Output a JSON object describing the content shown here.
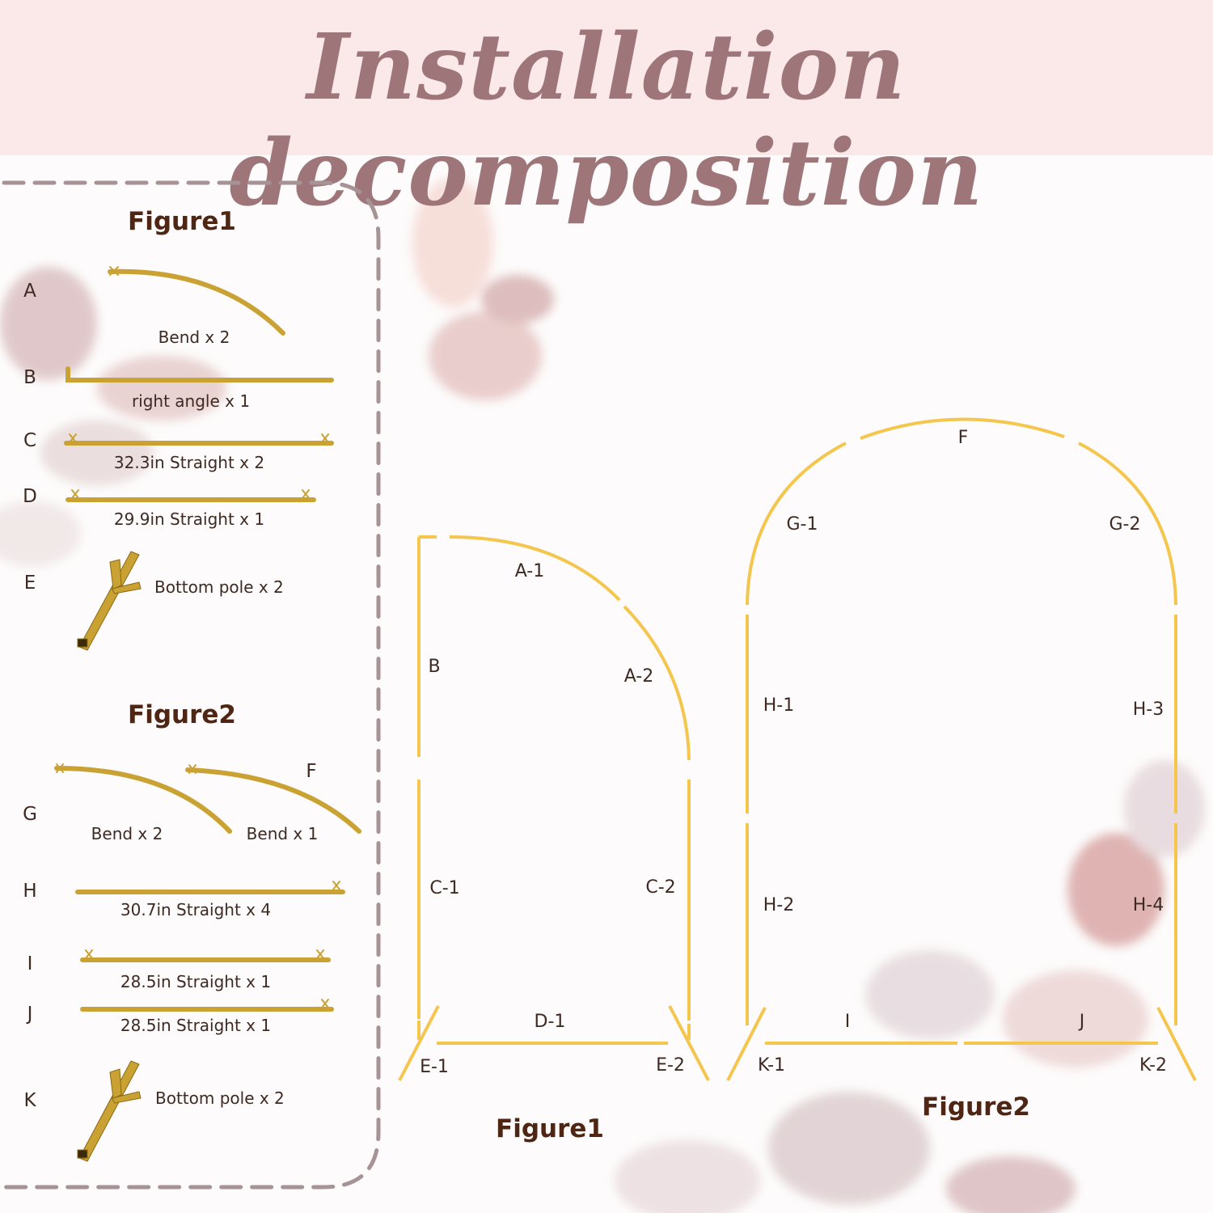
{
  "header": {
    "title": "Installation decomposition"
  },
  "parts_panel": {
    "figure1": {
      "heading": "Figure1",
      "parts": [
        {
          "letter": "A",
          "caption": "Bend x 2"
        },
        {
          "letter": "B",
          "caption": "right angle x 1"
        },
        {
          "letter": "C",
          "caption": "32.3in Straight x 2"
        },
        {
          "letter": "D",
          "caption": "29.9in Straight x 1"
        },
        {
          "letter": "E",
          "caption": "Bottom pole x 2"
        }
      ]
    },
    "figure2": {
      "heading": "Figure2",
      "parts": [
        {
          "letter": "G",
          "caption": "Bend x 2"
        },
        {
          "letter": "F",
          "caption": "Bend x 1"
        },
        {
          "letter": "H",
          "caption": "30.7in Straight x 4"
        },
        {
          "letter": "I",
          "caption": "28.5in Straight x 1"
        },
        {
          "letter": "J",
          "caption": "28.5in Straight x 1"
        },
        {
          "letter": "K",
          "caption": "Bottom pole x 2"
        }
      ]
    }
  },
  "diagram1": {
    "caption": "Figure1",
    "labels": [
      "A-1",
      "A-2",
      "B",
      "C-1",
      "C-2",
      "D-1",
      "E-1",
      "E-2"
    ]
  },
  "diagram2": {
    "caption": "Figure2",
    "labels": [
      "F",
      "G-1",
      "G-2",
      "H-1",
      "H-3",
      "H-2",
      "H-4",
      "I",
      "J",
      "K-1",
      "K-2"
    ]
  },
  "colors": {
    "frame_line": "#f4c64e",
    "gold_pole": "#c9a233",
    "dash_border": "#a79395",
    "header_bg": "#fbe9e9",
    "title": "#9e767a"
  }
}
